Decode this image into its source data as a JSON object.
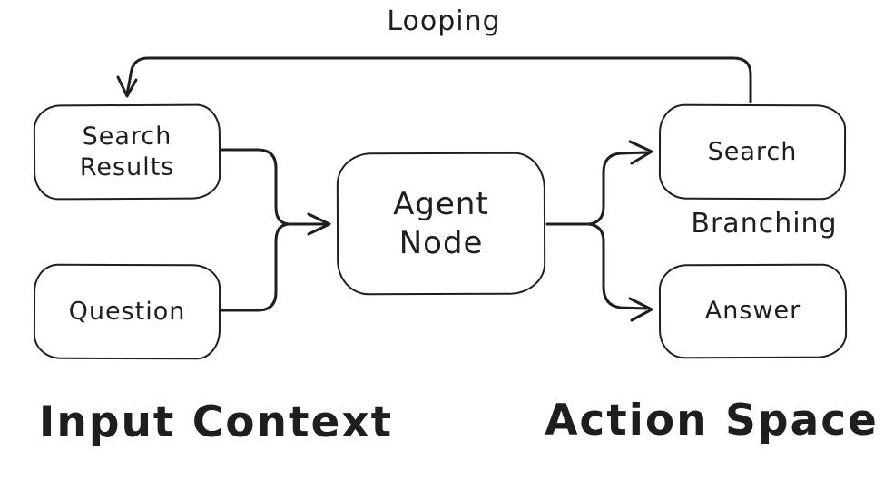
{
  "diagram": {
    "nodes": {
      "search_results": {
        "line1": "Search",
        "line2": "Results"
      },
      "question": {
        "label": "Question"
      },
      "agent_node": {
        "line1": "Agent",
        "line2": "Node"
      },
      "search": {
        "label": "Search"
      },
      "answer": {
        "label": "Answer"
      }
    },
    "annotations": {
      "looping": "Looping",
      "branching": "Branching"
    },
    "section_labels": {
      "input_context": "Input Context",
      "action_space": "Action Space"
    },
    "colors": {
      "stroke": "#1e1e1e",
      "background": "#ffffff"
    }
  }
}
